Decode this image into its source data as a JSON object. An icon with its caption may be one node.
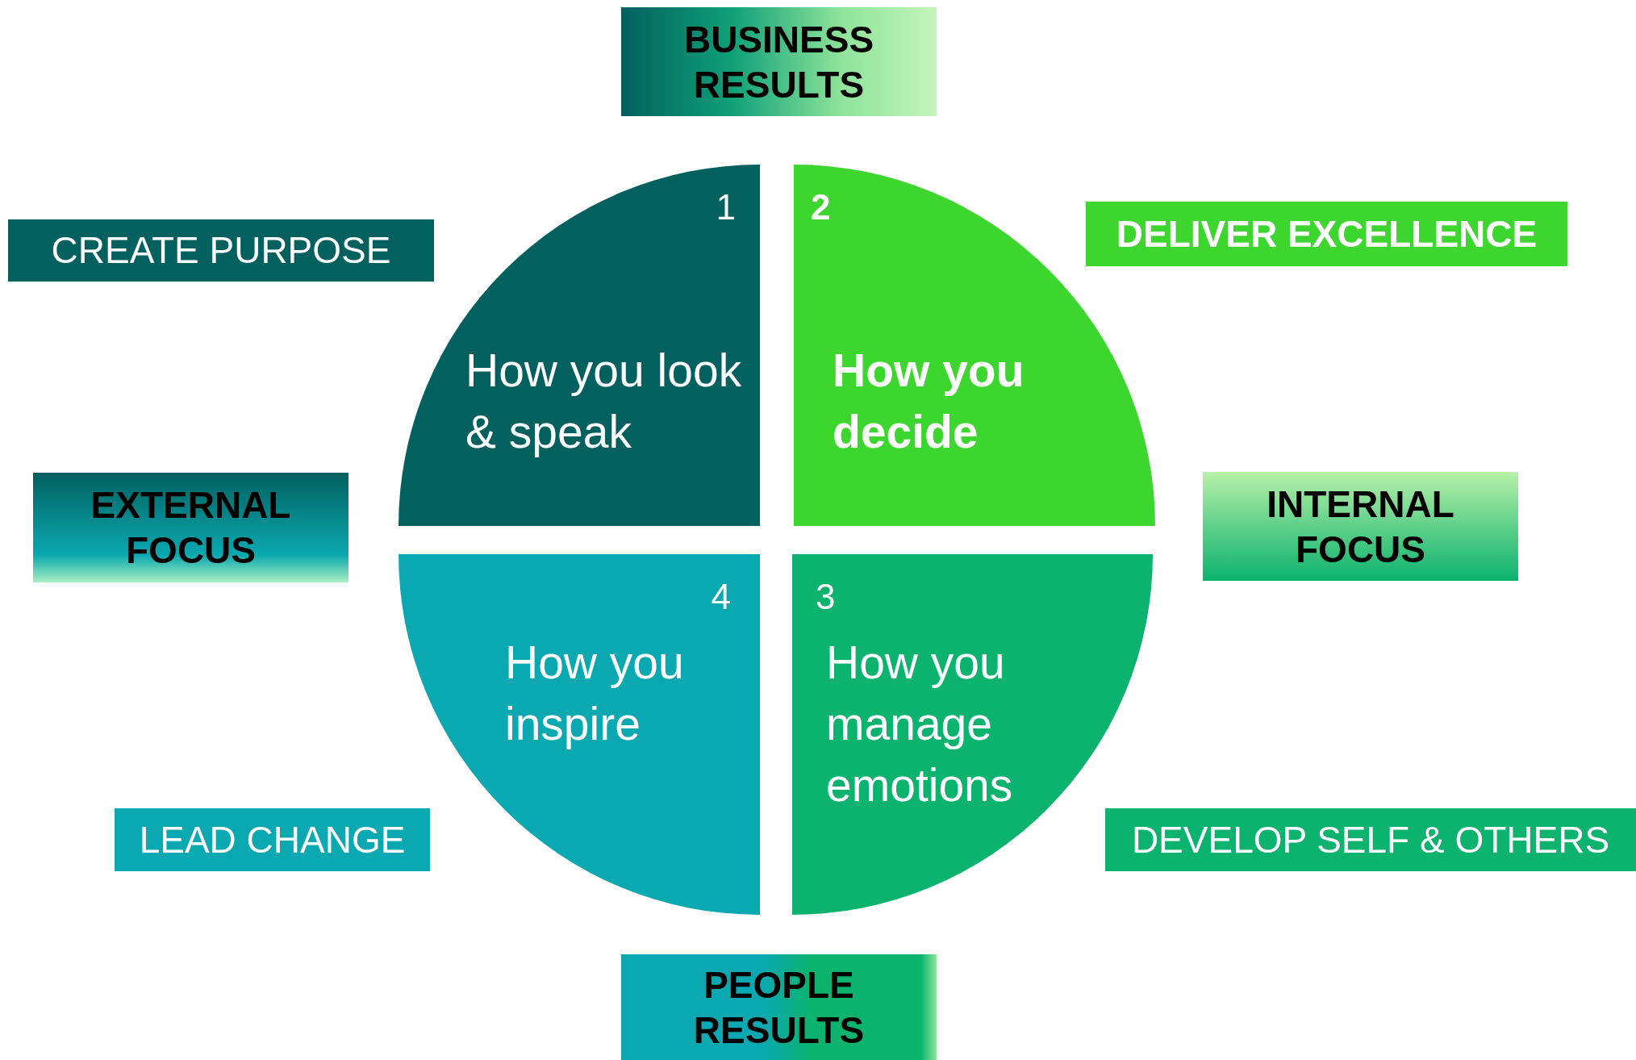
{
  "diagram": {
    "nodes": [
      {
        "text": [
          "BUSINESS RESULTS"
        ]
      },
      {
        "text": [
          "CREATE PURPOSE"
        ]
      },
      {
        "text": [
          "1",
          "How you look & speak"
        ]
      },
      {
        "text": [
          "2",
          "How you decide"
        ]
      },
      {
        "text": [
          "DELIVER EXCELLENCE"
        ]
      },
      {
        "text": [
          "EXTERNAL FOCUS"
        ]
      },
      {
        "text": [
          "INTERNAL FOCUS"
        ]
      },
      {
        "text": [
          "4",
          "How you inspire"
        ]
      },
      {
        "text": [
          "3",
          "How you manage emotions"
        ]
      },
      {
        "text": [
          "LEAD CHANGE"
        ]
      },
      {
        "text": [
          "DEVELOP SELF & OTHERS"
        ]
      },
      {
        "text": [
          "PEOPLE RESULTS"
        ]
      }
    ]
  }
}
